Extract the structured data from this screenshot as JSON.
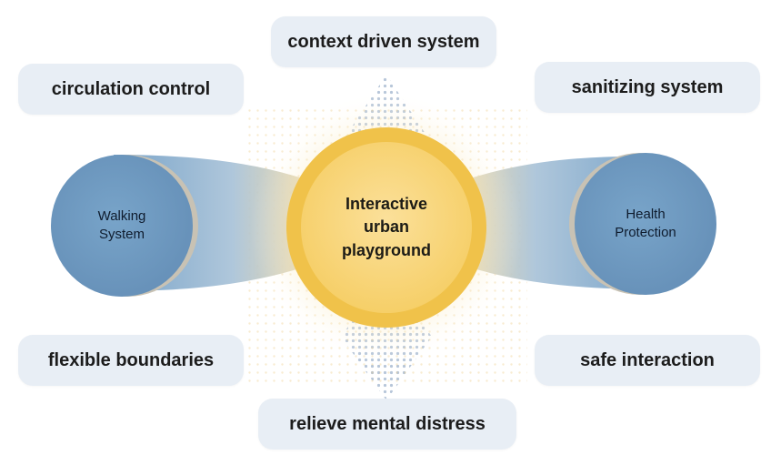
{
  "center_node": {
    "label_lines": [
      "Interactive",
      "urban",
      "playground"
    ]
  },
  "left_node": {
    "label_lines": [
      "Walking",
      "System"
    ]
  },
  "right_node": {
    "label_lines": [
      "Health",
      "Protection"
    ]
  },
  "labels": {
    "top_center": "context driven system",
    "top_left": "circulation control",
    "top_right": "sanitizing system",
    "bottom_left": "flexible boundaries",
    "bottom_right": "safe interaction",
    "bottom_center": "relieve mental distress"
  },
  "colors": {
    "blue_node": "#6e9cc4",
    "center_node": "#f9d77b",
    "center_ring": "#f2c650",
    "label_background": "#e8eef5"
  }
}
